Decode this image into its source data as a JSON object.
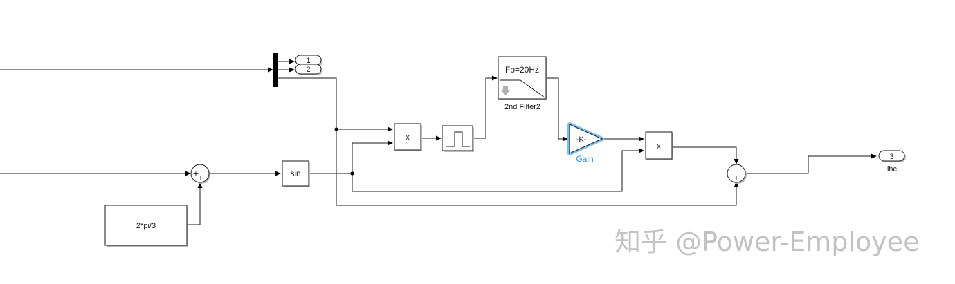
{
  "diagram": {
    "blocks": {
      "filter": {
        "text": "Fo=20Hz",
        "label": "2nd Filter2"
      },
      "gain": {
        "text": "-K-",
        "label": "Gain"
      },
      "product1": {
        "text": "x"
      },
      "product2": {
        "text": "x"
      },
      "sin": {
        "text": "sin"
      },
      "constant": {
        "text": "2*pi/3"
      },
      "sum1": {
        "signs": [
          "+",
          "+"
        ]
      },
      "sum2": {
        "signs": [
          "−",
          "+"
        ]
      }
    },
    "ports": {
      "out1": "1",
      "out2": "2",
      "out3": "3",
      "out3_label": "ihc"
    },
    "colors": {
      "gain_accent": "#2f8fd6",
      "watermark": "#c2c2c2"
    }
  },
  "watermark": {
    "text": "知乎 @Power-Employee"
  }
}
